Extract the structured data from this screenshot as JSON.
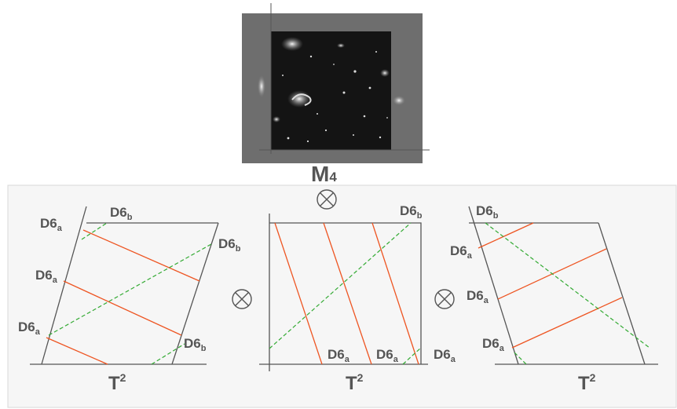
{
  "space_label": {
    "main": "M",
    "sub": "4"
  },
  "torus_label": {
    "main": "T",
    "sup": "2"
  },
  "labels": {
    "d6a": {
      "main": "D6",
      "sub": "a"
    },
    "d6b": {
      "main": "D6",
      "sub": "b"
    }
  },
  "colors": {
    "d6a_brane": "#ee5522",
    "d6b_brane": "#33aa33",
    "frame": "#555555",
    "panel_bg": "#f6f6f6",
    "panel_border": "#d8d8d8",
    "photo_frame": "#6e6e6e",
    "photo_sky": "#141414"
  },
  "symbols": {
    "tensor_product": "⊗"
  }
}
